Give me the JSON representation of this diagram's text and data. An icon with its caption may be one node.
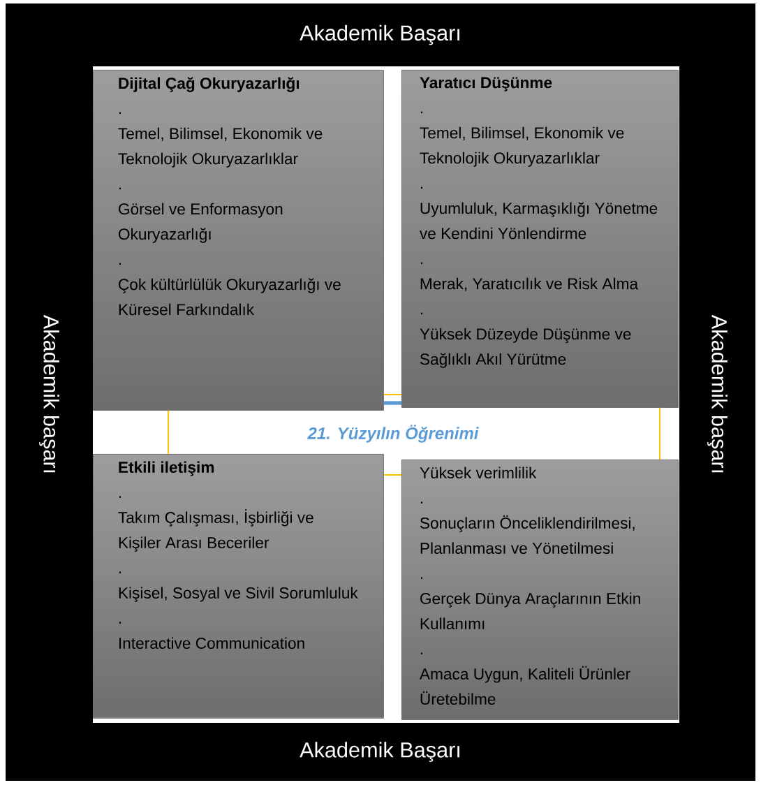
{
  "diagram": {
    "nodes": [
      {
        "text": [
          "Akademik Başarı"
        ]
      },
      {
        "text": [
          "Akademik başarı"
        ]
      },
      {
        "text": [
          "Dijital Çağ Okuryazarlığı",
          ".",
          "Temel, Bilimsel, Ekonomik ve Teknolojik Okuryazarlıklar",
          ".",
          "Görsel ve Enformasyon Okuryazarlığı",
          ".",
          "Çok kültürlülük Okuryazarlığı ve Küresel Farkındalık"
        ]
      },
      {
        "text": [
          "Yaratıcı Düşünme",
          ".",
          "Temel, Bilimsel, Ekonomik ve Teknolojik Okuryazarlıklar",
          ".",
          "Uyumluluk, Karmaşıklığı Yönetme ve Kendini Yönlendirme",
          ".",
          "Merak, Yaratıcılık ve Risk Alma",
          ".",
          "Yüksek Düzeyde Düşünme ve Sağlıklı Akıl Yürütme"
        ]
      },
      {
        "text": [
          "Akademik başarı"
        ]
      },
      {
        "text": [
          "21. Yüzyılın Öğrenimi"
        ]
      },
      {
        "text": [
          "Etkili iletişim",
          ".",
          "Takım Çalışması, İşbirliği ve Kişiler Arası Beceriler",
          ".",
          "Kişisel, Sosyal ve Sivil Sorumluluk",
          ".",
          "Interactive Communication"
        ]
      },
      {
        "text": [
          "Yüksek verimlilik",
          ".",
          "Sonuçların Önceliklendirilmesi, Planlanması ve Yönetilmesi",
          ".",
          "Gerçek Dünya Araçlarının Etkin Kullanımı",
          ".",
          "Amaca Uygun, Kaliteli Ürünler Üretebilme"
        ]
      },
      {
        "text": [
          "Akademik Başarı"
        ]
      }
    ],
    "edges": [
      {
        "from": 2,
        "to": 3,
        "arrow": "none"
      },
      {
        "from": 2,
        "to": 3,
        "arrow": "none",
        "style": "thick",
        "color": "#5b9bd5"
      },
      {
        "from": 2,
        "to": 6,
        "arrow": "none"
      },
      {
        "from": 3,
        "to": 7,
        "arrow": "none"
      },
      {
        "from": 6,
        "to": 7,
        "arrow": "none"
      }
    ]
  }
}
